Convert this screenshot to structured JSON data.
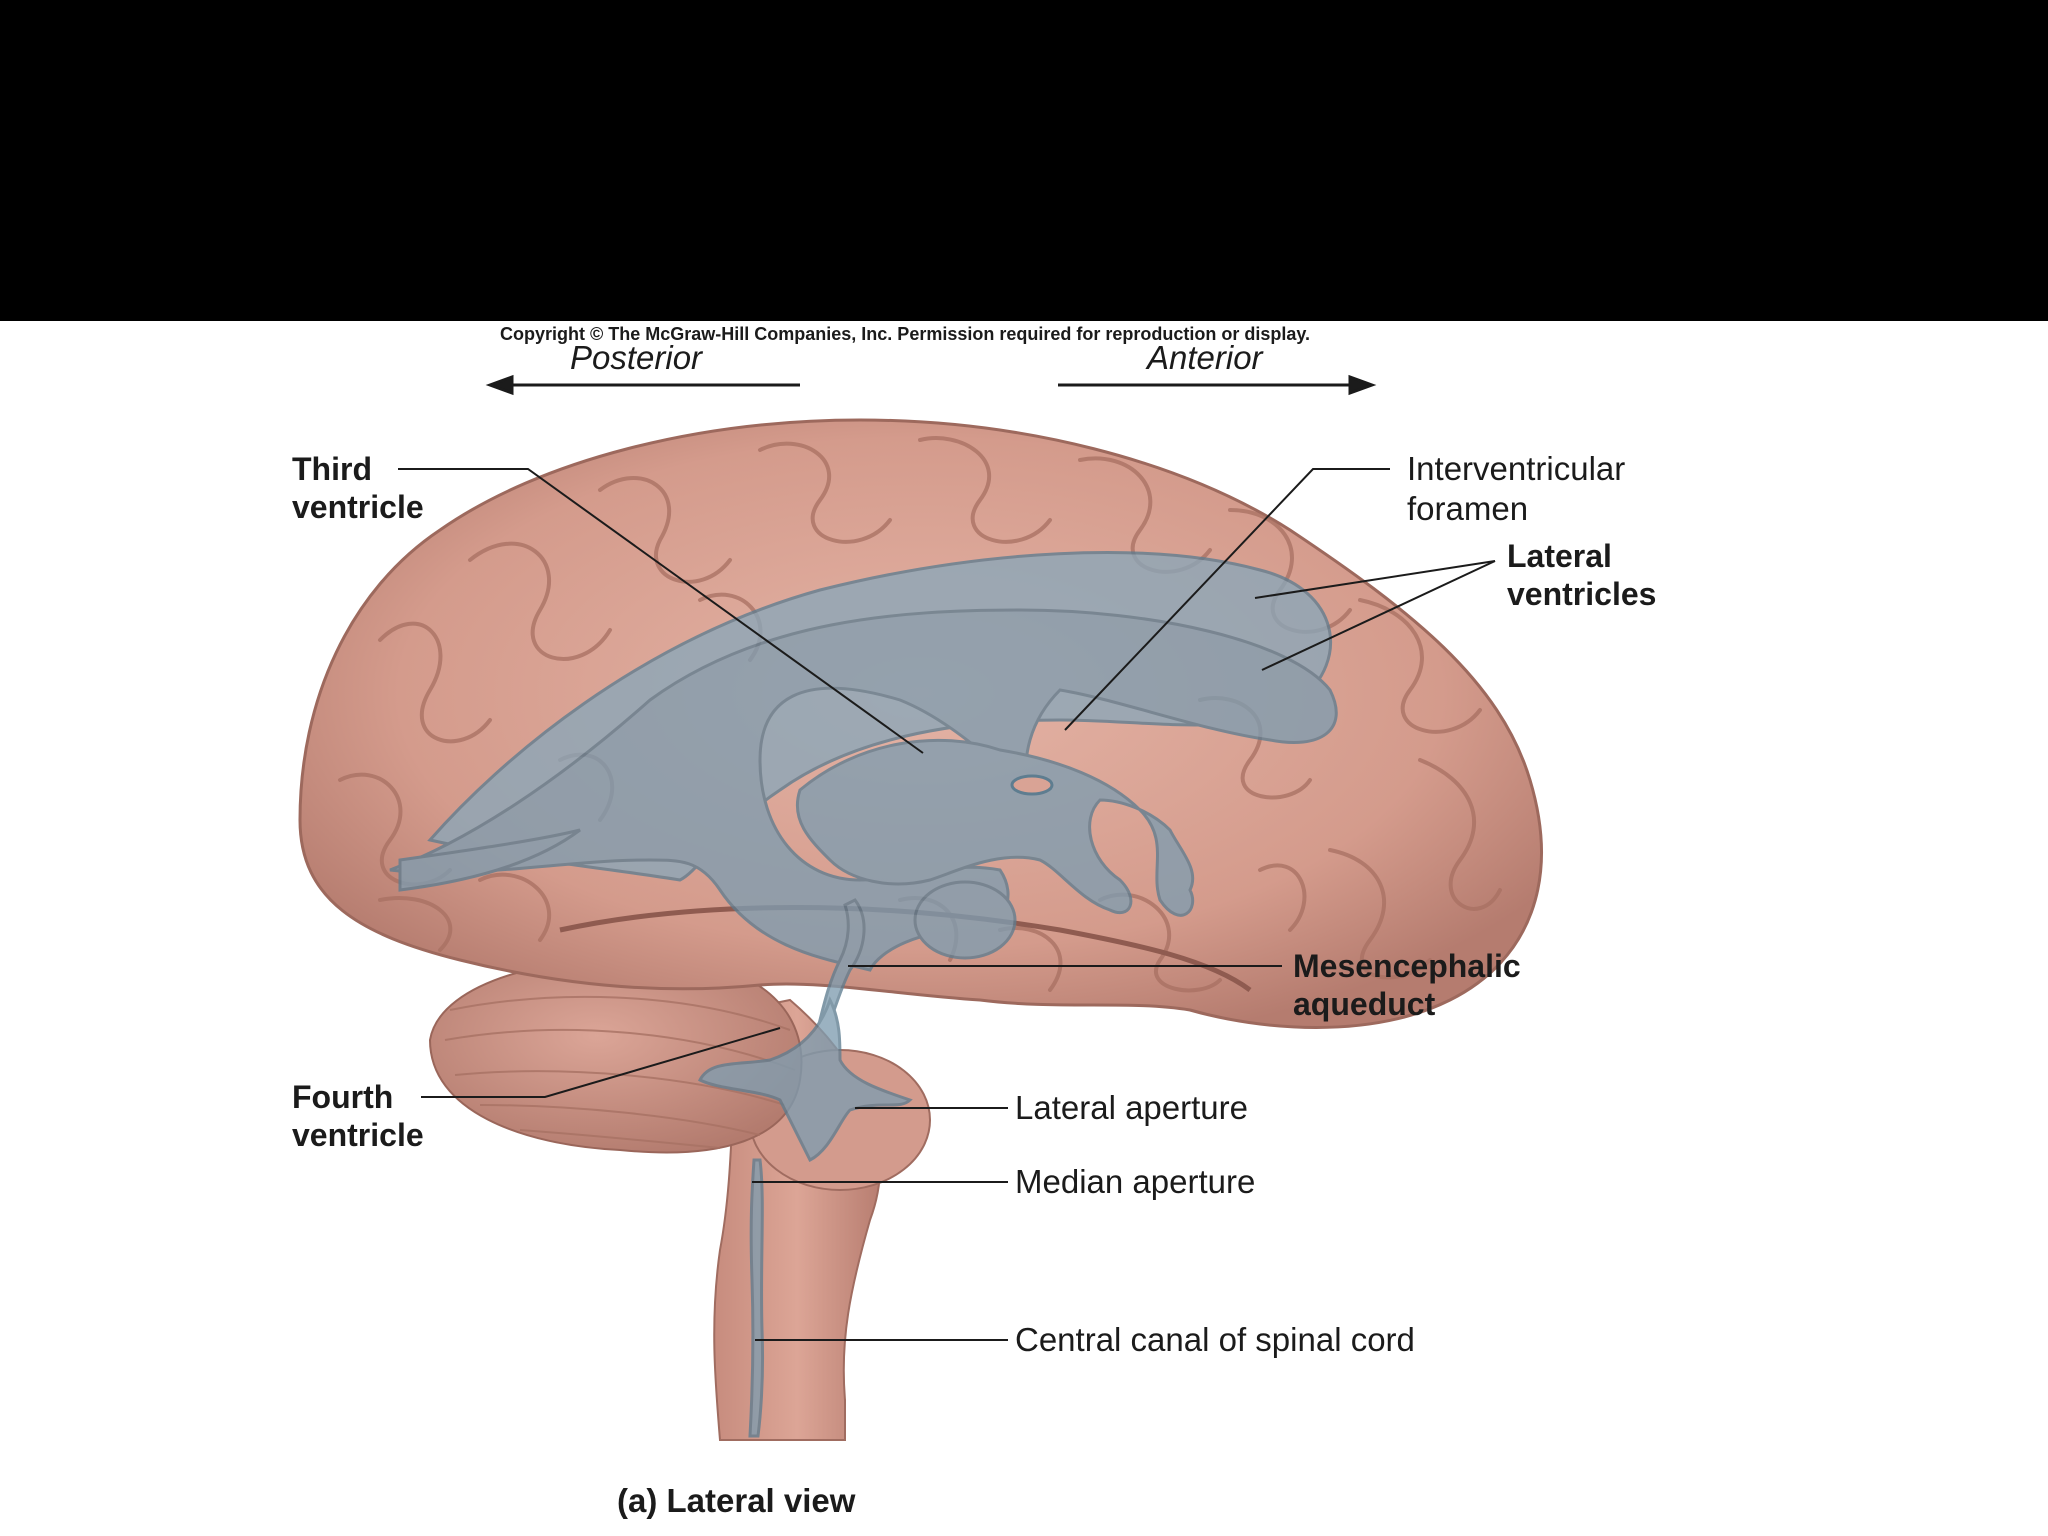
{
  "copyright": "Copyright © The McGraw-Hill Companies, Inc. Permission required for reproduction or display.",
  "directions": {
    "posterior": "Posterior",
    "anterior": "Anterior"
  },
  "labels": {
    "third_ventricle": [
      "Third",
      "ventricle"
    ],
    "interventricular_foramen": [
      "Interventricular",
      "foramen"
    ],
    "lateral_ventricles": [
      "Lateral",
      "ventricles"
    ],
    "mesencephalic_aqueduct": [
      "Mesencephalic",
      "aqueduct"
    ],
    "fourth_ventricle": [
      "Fourth",
      "ventricle"
    ],
    "lateral_aperture": "Lateral aperture",
    "median_aperture": "Median aperture",
    "central_canal": "Central canal of spinal cord"
  },
  "caption": "(a) Lateral view",
  "colors": {
    "brain": "#d9a395",
    "brain_shadow": "#b77d70",
    "ventricles": "#7f9db0",
    "background": "#ffffff",
    "top_band": "#000000"
  }
}
